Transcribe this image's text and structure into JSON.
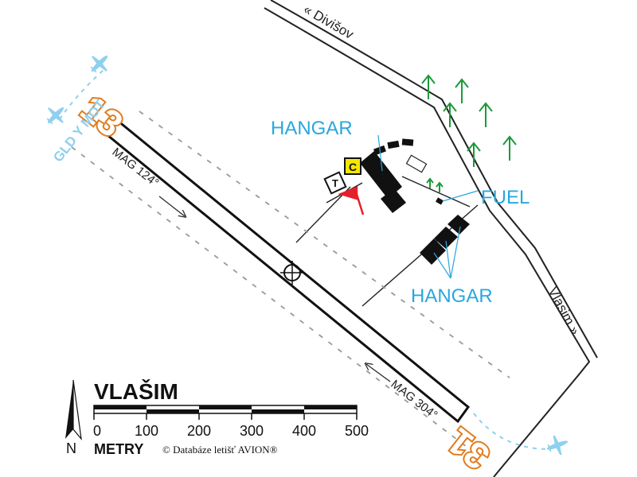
{
  "map": {
    "title": "VLAŠIM",
    "roads": {
      "north_label": "« Divišov",
      "east_label": "Vlasim »"
    },
    "runway": {
      "threshold_west": "13",
      "threshold_east": "31",
      "heading_west": "MAG 124°",
      "heading_east": "MAG 304°"
    },
    "reporting_points": {
      "label": "GLD Y MOT"
    },
    "labels": {
      "hangar_north": "HANGAR",
      "fuel": "FUEL",
      "hangar_south": "HANGAR"
    },
    "symbols": {
      "control_marker": "C",
      "tower_marker": "T"
    },
    "scale": {
      "ticks": [
        "0",
        "100",
        "200",
        "300",
        "400",
        "500"
      ],
      "unit": "METRY",
      "copyright": "© Databáze letišť AVION®"
    },
    "north_arrow": {
      "label": "N"
    },
    "colors": {
      "label_blue": "#29a7de",
      "runway_number_orange": "#e07b1d",
      "tree_green": "#1a9a3a",
      "windsock_red": "#e5202b",
      "marker_yellow": "#f3e600",
      "light_blue_plane": "#8fd0ee"
    }
  }
}
